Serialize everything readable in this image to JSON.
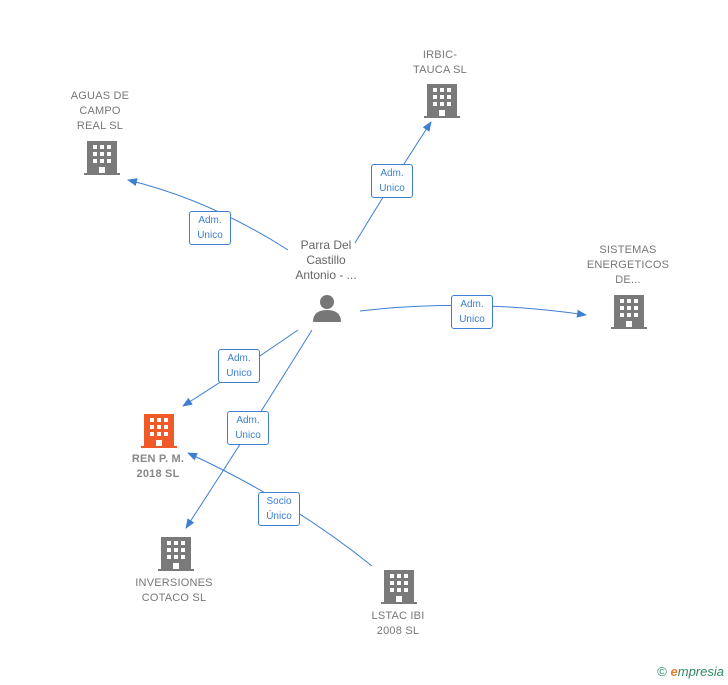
{
  "center": {
    "label_lines": [
      "Parra Del",
      "Castillo",
      "Antonio - ..."
    ],
    "icon": "person-icon"
  },
  "companies": [
    {
      "id": "aguas",
      "label_lines": [
        "AGUAS DE",
        "CAMPO",
        "REAL SL"
      ],
      "icon": "building-icon",
      "highlight": false
    },
    {
      "id": "irbic",
      "label_lines": [
        "IRBIC-",
        "TAUCA  SL"
      ],
      "icon": "building-icon",
      "highlight": false
    },
    {
      "id": "sistemas",
      "label_lines": [
        "SISTEMAS",
        "ENERGETICOS",
        "DE..."
      ],
      "icon": "building-icon",
      "highlight": false
    },
    {
      "id": "ren",
      "label_lines": [
        "REN P.  M.",
        "2018  SL"
      ],
      "icon": "building-icon",
      "highlight": true
    },
    {
      "id": "inversiones",
      "label_lines": [
        "INVERSIONES",
        "COTACO SL"
      ],
      "icon": "building-icon",
      "highlight": false
    },
    {
      "id": "lstac",
      "label_lines": [
        "LSTAC IBI",
        "2008 SL"
      ],
      "icon": "building-icon",
      "highlight": false
    }
  ],
  "relations": [
    {
      "id": "r-aguas",
      "lines": [
        "Adm.",
        "Unico"
      ]
    },
    {
      "id": "r-irbic",
      "lines": [
        "Adm.",
        "Unico"
      ]
    },
    {
      "id": "r-sistemas",
      "lines": [
        "Adm.",
        "Unico"
      ]
    },
    {
      "id": "r-ren",
      "lines": [
        "Adm.",
        "Unico"
      ]
    },
    {
      "id": "r-inversiones",
      "lines": [
        "Adm.",
        "Unico"
      ]
    },
    {
      "id": "r-lstac",
      "lines": [
        "Socio",
        "Único"
      ]
    }
  ],
  "colors": {
    "edge": "#3d7fd1",
    "building": "#7a7a7a",
    "highlight": "#f05a28",
    "person": "#777777"
  },
  "footer": {
    "copyright_symbol": "©",
    "brand_initial": "e",
    "brand_rest": "mpresia"
  }
}
